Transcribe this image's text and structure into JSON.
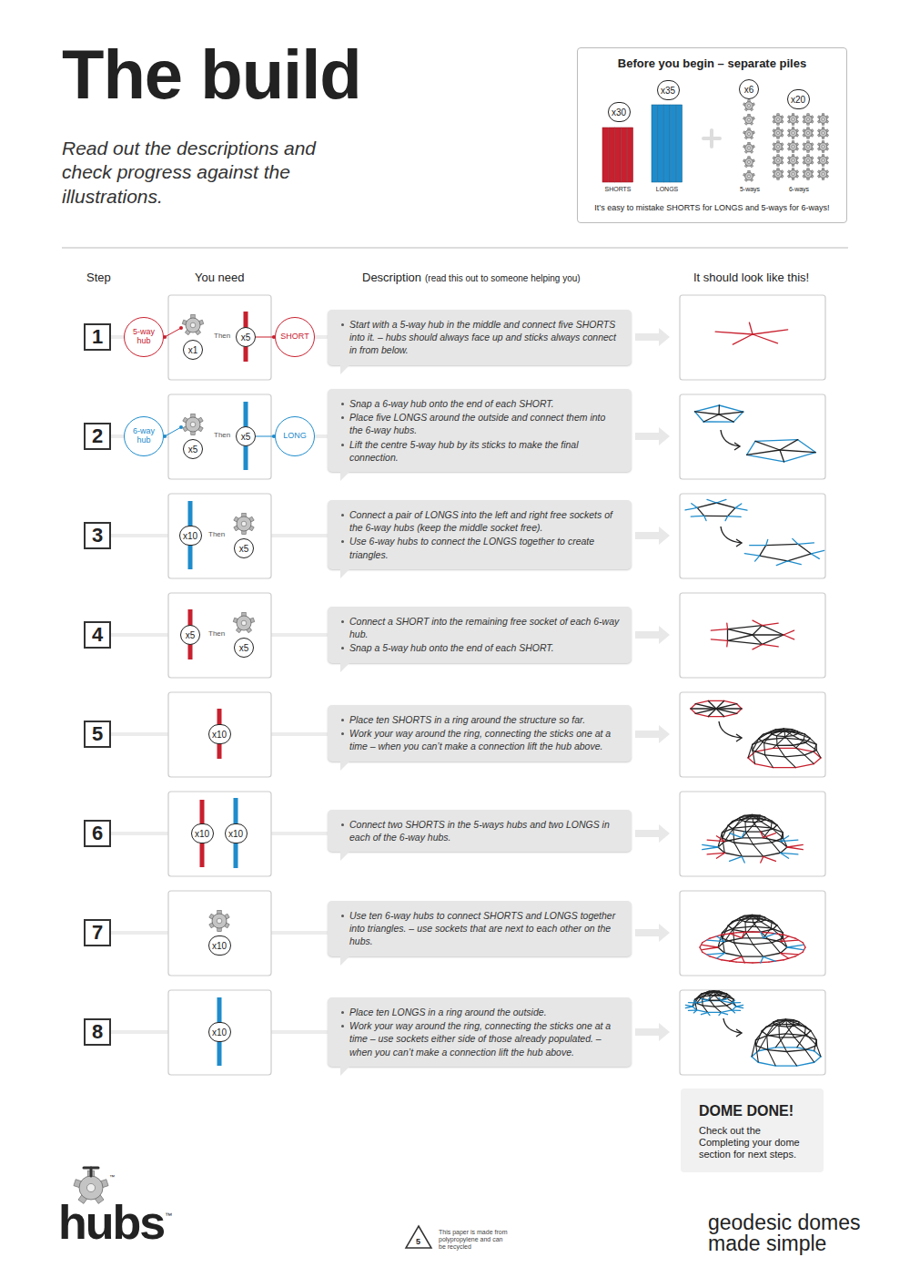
{
  "diagram": {
    "title": "The build",
    "caption": "Read out the descriptions and check progress against the illustrations.",
    "nodes": [
      {
        "text": [
          "Before you begin – separate piles",
          "SHORTS",
          "LONGS",
          "5-ways",
          "6-ways",
          "It’s easy to mistake SHORTS for LONGS and 5-ways for 6-ways!"
        ]
      },
      {
        "text": [
          "x30"
        ],
        "in": 0
      },
      {
        "text": [
          "x35"
        ],
        "in": 0
      },
      {
        "text": [
          "x6"
        ],
        "in": 0
      },
      {
        "text": [
          "x20"
        ],
        "in": 0
      },
      {
        "text": [
          "1"
        ]
      },
      {
        "text": [
          "5-way hub"
        ]
      },
      {
        "text": [
          "x1"
        ]
      },
      {
        "text": [
          "x5"
        ]
      },
      {
        "text": [
          "SHORT"
        ]
      },
      {
        "text": [
          "Start with a 5-way hub in the middle and connect five SHORTS into it. – hubs should always face up and sticks always connect in from below."
        ]
      },
      {
        "text": [
          "2"
        ]
      },
      {
        "text": [
          "6-way hub"
        ]
      },
      {
        "text": [
          "x5"
        ]
      },
      {
        "text": [
          "x5"
        ]
      },
      {
        "text": [
          "LONG"
        ]
      },
      {
        "text": [
          "Snap a 6-way hub onto the end of each SHORT.",
          "Place five LONGS around the outside and connect them into the 6-way hubs.",
          "Lift the centre 5-way hub by its sticks to make the final connection."
        ]
      },
      {
        "text": [
          "3"
        ]
      },
      {
        "text": [
          "x10"
        ]
      },
      {
        "text": [
          "x5"
        ]
      },
      {
        "text": [
          "Connect a pair of LONGS into the left and right free sockets of the 6-way hubs (keep the middle socket free).",
          "Use 6-way hubs to connect the LONGS together to create triangles."
        ]
      },
      {
        "text": [
          "4"
        ]
      },
      {
        "text": [
          "x5"
        ]
      },
      {
        "text": [
          "x5"
        ]
      },
      {
        "text": [
          "Connect a SHORT into the remaining free socket of each 6-way hub.",
          "Snap a 5-way hub onto the end of each SHORT."
        ]
      },
      {
        "text": [
          "5"
        ]
      },
      {
        "text": [
          "x10"
        ]
      },
      {
        "text": [
          "Place ten SHORTS in a ring around the structure so far.",
          "Work your way around the ring, connecting the sticks one at a time – when you can’t make a connection lift the hub above."
        ]
      },
      {
        "text": [
          "6"
        ]
      },
      {
        "text": [
          "x10"
        ]
      },
      {
        "text": [
          "x10"
        ]
      },
      {
        "text": [
          "Connect two SHORTS in the 5-ways hubs and two LONGS in each of the 6-way hubs."
        ]
      },
      {
        "text": [
          "7"
        ]
      },
      {
        "text": [
          "x10"
        ]
      },
      {
        "text": [
          "Use ten 6-way hubs to connect SHORTS and LONGS together into triangles. – use sockets that are next to each other on the hubs."
        ]
      },
      {
        "text": [
          "8"
        ]
      },
      {
        "text": [
          "x10"
        ]
      },
      {
        "text": [
          "Place ten LONGS in a ring around the outside.",
          "Work your way around the ring, connecting the sticks one at a time – use sockets either side of those already populated. – when you can’t make a connection lift the hub above."
        ]
      },
      {
        "text": [
          "DOME DONE!",
          "Check out the Completing your dome section for next steps."
        ]
      }
    ],
    "labels": [
      "Step",
      "You need",
      "Description",
      "(read this out to someone helping you)",
      "It should look like this!",
      "Then",
      "Then",
      "Then",
      "Then",
      "hubs",
      "™",
      "™",
      "This paper is made from polypropylene and can be recycled",
      "5",
      "geodesic domes made simple"
    ]
  }
}
